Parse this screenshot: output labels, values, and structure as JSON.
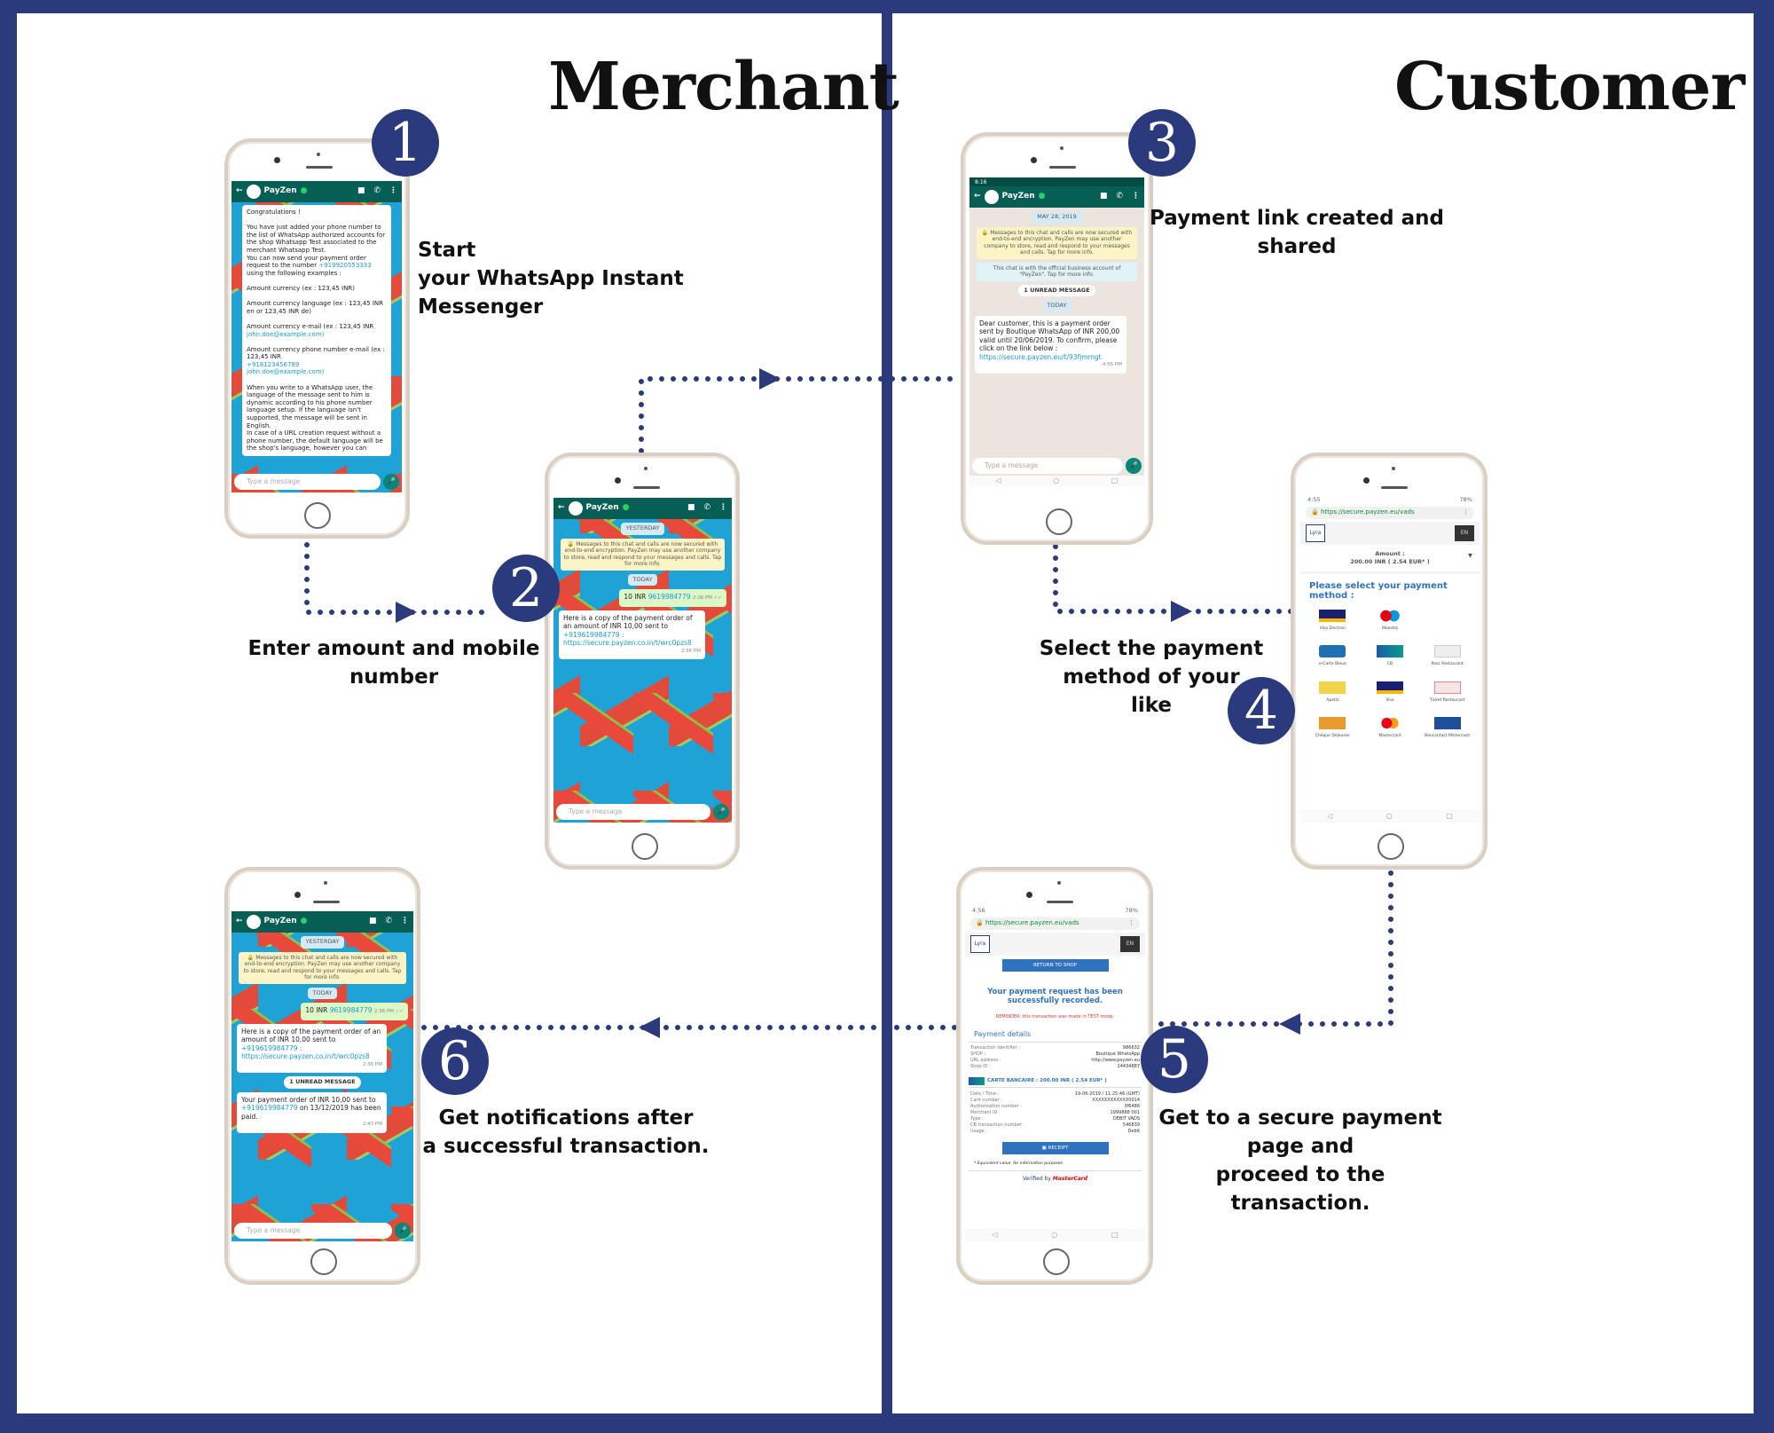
{
  "colors": {
    "navy": "#2b3a7c",
    "whatsapp_green": "#075e54",
    "link": "#1a9bd7"
  },
  "merchant": {
    "title": "Merchant"
  },
  "customer": {
    "title": "Customer"
  },
  "steps": [
    {
      "number": "1",
      "caption": [
        "Start",
        "your WhatsApp Instant",
        "Messenger"
      ]
    },
    {
      "number": "2",
      "caption": [
        "Enter amount and mobile",
        "number"
      ]
    },
    {
      "number": "3",
      "caption": [
        "Payment link created and",
        "shared"
      ]
    },
    {
      "number": "4",
      "caption": [
        "Select the payment",
        "method of your",
        "like"
      ]
    },
    {
      "number": "5",
      "caption": [
        "Get to a secure payment",
        "page and",
        "proceed to the",
        "transaction."
      ]
    },
    {
      "number": "6",
      "caption": [
        "Get notifications after",
        "a successful transaction."
      ]
    }
  ],
  "whatsapp": {
    "contact": "PayZen",
    "input_placeholder": "Type a message"
  },
  "phone1": {
    "messages": [
      "Congratulations !",
      "You have just added your phone number to the list of WhatsApp authorized accounts for the shop Whatsapp Test associated to the merchant Whatsapp Test.",
      "You can now send your payment order request to the number",
      "+919920553333",
      "using the following examples :",
      "Amount currency (ex : 123,45 INR)",
      "Amount currency language (ex : 123,45 INR en or 123,45 INR de)",
      "Amount currency e-mail (ex : 123,45 INR",
      "john.doe@example.com)",
      "Amount currency phone number e-mail (ex : 123,45 INR",
      "+918123456789",
      "john.doe@example.com)",
      "When you write to a WhatsApp user, the language of the message sent to him is dynamic according to his phone number language setup. If the language isn't supported, the message will be sent in English.",
      "In case of a URL creation request without a phone number, the default language will be the shop's language, however you can"
    ]
  },
  "phone2": {
    "yesterday": "YESTERDAY",
    "encryption": "🔒 Messages to this chat and calls are now secured with end-to-end encryption. PayZen may use another company to store, read and respond to your messages and calls. Tap for more info.",
    "today": "TODAY",
    "sent_amount": "10 INR",
    "sent_number": "9619984779",
    "sent_time": "2:36 PM ✓✓",
    "reply_text": "Here is a copy of the payment order of an amount of INR 10,00 sent to",
    "reply_number": "+919619984779",
    "reply_link": ": https://secure.payzen.co.in/t/wrc0pzs8",
    "reply_time": "2:36 PM"
  },
  "phone3": {
    "status_time": "8:16",
    "date": "MAY 28, 2019",
    "encryption": "🔒 Messages to this chat and calls are now secured with end-to-end encryption. PayZen may use another company to store, read and respond to your messages and calls. Tap for more info.",
    "business": "This chat is with the official business account of \"PayZen\". Tap for more info.",
    "unread": "1 UNREAD MESSAGE",
    "today": "TODAY",
    "message": "Dear customer, this is a payment order sent by Boutique WhatsApp of INR 200,00 valid until 20/06/2019. To confirm, please click on the link below :",
    "link": "https://secure.payzen.eu/t/93fjmmgt",
    "time": "4:55 PM"
  },
  "phone4": {
    "status_time": "4:55",
    "battery": "78%",
    "url": "https://secure.payzen.eu/vads",
    "lyra": "Lyra",
    "lang": "EN",
    "amount_label": "Amount :",
    "amount_value": "200.00 INR ( 2.54 EUR* )",
    "prompt": "Please select your payment method :",
    "methods": [
      "Visa Electron",
      "Maestro",
      "e-Carte Bleue",
      "CB",
      "Pass Restaurant",
      "Apetiz",
      "Visa",
      "Ticket Restaurant",
      "Chèque Déjeuner",
      "Mastercard",
      "Bancontact Mistercash"
    ]
  },
  "phone5": {
    "status_time": "4:56",
    "battery": "78%",
    "url": "https://secure.payzen.eu/vads",
    "lyra": "Lyra",
    "lang": "EN",
    "return_button": "RETURN TO SHOP",
    "success": "Your payment request has been successfully recorded.",
    "reminder": "REMINDER: this transaction was made in TEST mode.",
    "details_title": "Payment details",
    "details": [
      [
        "Transaction identifier :",
        "986632"
      ],
      [
        "SHOP :",
        "Boutique WhatsApp"
      ],
      [
        "URL address :",
        "http://www.payzen.eu"
      ],
      [
        "Shop ID :",
        "14434887"
      ]
    ],
    "card_title": "CARTE BANCAIRE : 200.00 INR ( 2.54 EUR* )",
    "card_details": [
      [
        "Date / Time :",
        "19-06-2019 / 11:25:46 (GMT)"
      ],
      [
        "Card number :",
        "XXXXXXXXXXXX0014"
      ],
      [
        "Authorization number :",
        "3f6486"
      ],
      [
        "Merchant ID :",
        "1999888 001"
      ],
      [
        "Type :",
        "DEBIT VADS"
      ],
      [
        "CB transaction number :",
        "546839"
      ],
      [
        "Usage :",
        "Debit"
      ]
    ],
    "receipt_button": "RECEIPT",
    "footnote": "* Equivalent value, for information purposes",
    "verified": "Verified by",
    "mastercard": "MasterCard"
  },
  "phone6": {
    "yesterday": "YESTERDAY",
    "encryption": "🔒 Messages to this chat and calls are now secured with end-to-end encryption. PayZen may use another company to store, read and respond to your messages and calls. Tap for more info.",
    "today": "TODAY",
    "sent_amount": "10 INR",
    "sent_number": "9619984779",
    "sent_time": "2:36 PM ✓✓",
    "reply_text": "Here is a copy of the payment order of an amount of INR 10,00 sent to",
    "reply_number": "+919619984779",
    "reply_link": ": https://secure.payzen.co.in/t/wrc0pzs8",
    "reply_time": "2:36 PM",
    "unread": "1 UNREAD MESSAGE",
    "paid_text1": "Your payment order of INR 10,00 sent to",
    "paid_number": "+919619984779",
    "paid_text2": "on 13/12/2019 has been paid.",
    "paid_time": "2:43 PM"
  }
}
